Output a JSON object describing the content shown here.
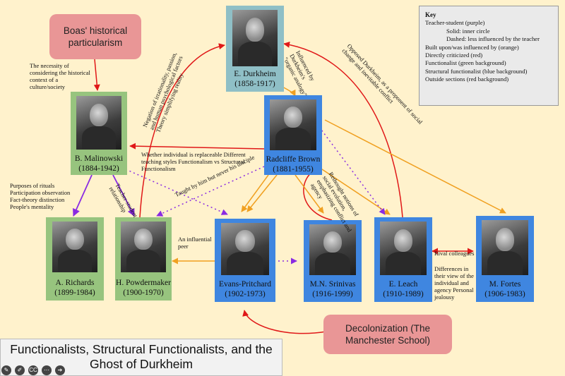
{
  "people": [
    {
      "id": "durkheim",
      "name": "E. Durkheim",
      "years": "(1858-1917)"
    },
    {
      "id": "malinowski",
      "name": "B. Malinowski",
      "years": "(1884-1942)"
    },
    {
      "id": "radcliffe",
      "name": "Radcliffe Brown",
      "years": "(1881-1955)"
    },
    {
      "id": "richards",
      "name": "A. Richards",
      "years": "(1899-1984)"
    },
    {
      "id": "powdermaker",
      "name": "H. Powdermaker",
      "years": "(1900-1970)"
    },
    {
      "id": "evans",
      "name": "Evans-Pritchard",
      "years": "(1902-1973)"
    },
    {
      "id": "srinivas",
      "name": "M.N. Srinivas",
      "years": "(1916-1999)"
    },
    {
      "id": "leach",
      "name": "E. Leach",
      "years": "(1910-1989)"
    },
    {
      "id": "fortes",
      "name": "M. Fortes",
      "years": "(1906-1983)"
    }
  ],
  "outside": {
    "boas": "Boas' historical particularism",
    "decolonization": "Decolonization (The Manchester School)"
  },
  "key": {
    "title": "Key",
    "lines": [
      "Teacher-student (purple)",
      "Solid: inner circle",
      "Dashed: less influenced by the teacher",
      "Built upon/was influenced by (orange)",
      "Directly criticized (red)",
      "Functionalist (green background)",
      "Structural functionalist (blue background)",
      "Outside sections (red background)"
    ]
  },
  "notes": {
    "boas_context": "The necessity of considering the historical context of a culture/society",
    "negation": "Negation of irrationality, passion, and human psychological factors Theory simplifying reality",
    "influenced_organic": "Influenced by Durkheim's \"organic analogy\"",
    "opposed_durkheim": "Opposed Durkheim, as a proponent of social change and inevitable conflict",
    "replaceable": "Whether individual is replaceable Different teaching styles Functionalism vs Structural Functionalism",
    "purposes": "Purposes of rituals Participation observation Fact-theory distinction People's mentality",
    "teacher_student": "Teacher-student relationship",
    "taught": "Taught by him but never his disciple",
    "rethought": "Rethought notions of social evolution, emphasizing conflict and agency",
    "influential_peer": "An influential peer",
    "rival": "Rival colleagues",
    "differences": "Differences in their view of the individual and agency Personal jealousy"
  },
  "colors": {
    "background": "#fff2cc",
    "functionalist": "#97c47e",
    "structural": "#3f86e0",
    "outside": "#e99696",
    "teacher_student": "#8a2be2",
    "influence": "#f0a020",
    "criticism": "#e01818"
  },
  "title": "Functionalists, Structural Functionalists, and the Ghost of Durkheim",
  "controls": [
    "pencil-icon",
    "pen-icon",
    "captions-icon",
    "more-icon",
    "next-icon"
  ]
}
